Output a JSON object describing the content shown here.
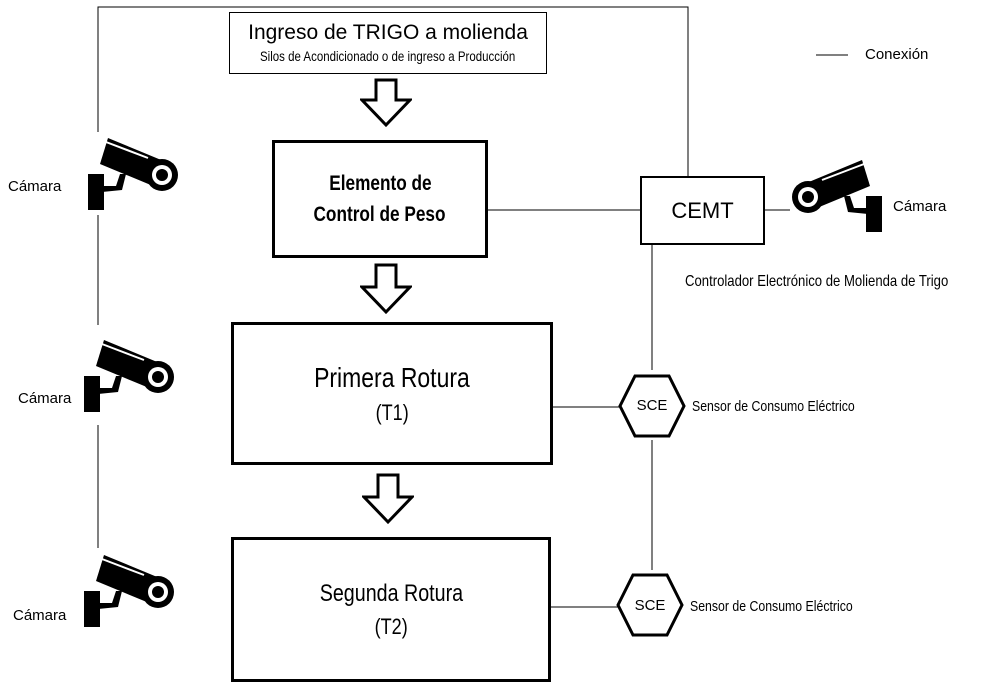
{
  "title": {
    "main": "Ingreso de TRIGO a molienda",
    "sub": "Silos de Acondicionado o de ingreso a Producción"
  },
  "legend": {
    "label": "Conexión"
  },
  "blocks": {
    "peso": {
      "line1": "Elemento de",
      "line2": "Control de Peso"
    },
    "t1": {
      "name": "Primera Rotura",
      "code": "(T1)"
    },
    "t2": {
      "name": "Segunda Rotura",
      "code": "(T2)"
    },
    "cemt": {
      "label": "CEMT",
      "desc": "Controlador Electrónico de Molienda de Trigo"
    }
  },
  "sensors": [
    {
      "code": "SCE",
      "desc": "Sensor de Consumo Eléctrico"
    },
    {
      "code": "SCE",
      "desc": "Sensor de Consumo Eléctrico"
    }
  ],
  "cameras": [
    {
      "label": "Cámara",
      "icon": "security-camera-icon"
    },
    {
      "label": "Cámara",
      "icon": "security-camera-icon"
    },
    {
      "label": "Cámara",
      "icon": "security-camera-icon"
    },
    {
      "label": "Cámara",
      "icon": "security-camera-icon"
    }
  ]
}
